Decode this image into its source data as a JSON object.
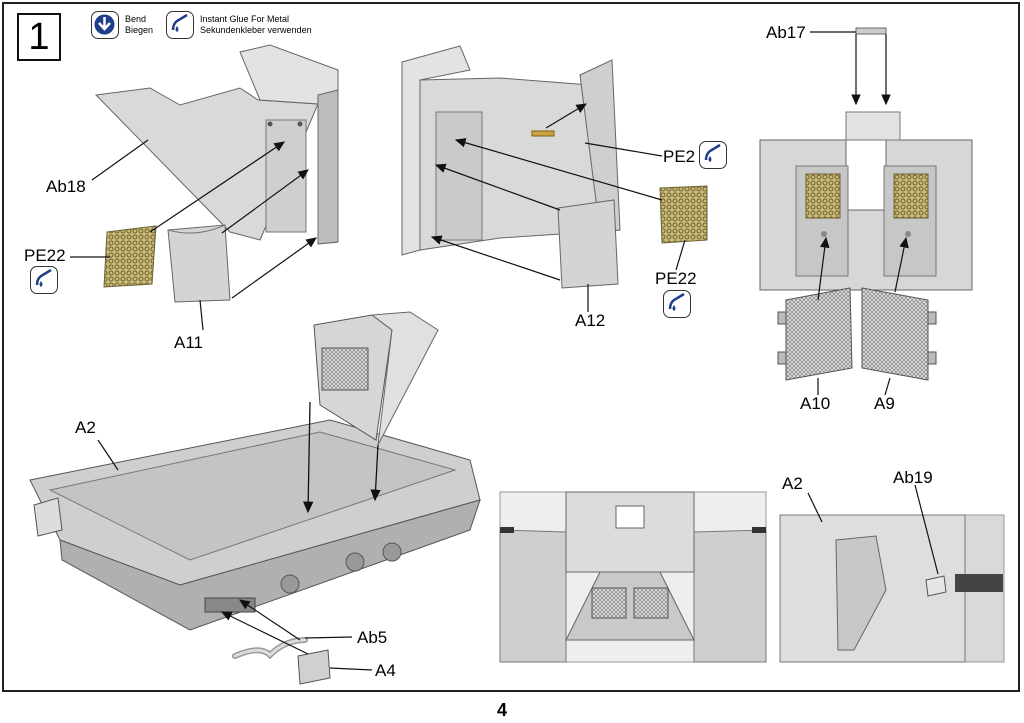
{
  "step": {
    "number": "1"
  },
  "legend": {
    "bend": {
      "icon": "bend-arrow-icon",
      "line1": "Bend",
      "line2": "Biegen"
    },
    "glue": {
      "icon": "glue-bottle-icon",
      "line1": "Instant Glue For Metal",
      "line2": "Sekundenkleber verwenden"
    }
  },
  "parts": {
    "ab17": "Ab17",
    "ab18": "Ab18",
    "pe22_left": "PE22",
    "a11": "A11",
    "a12": "A12",
    "pe2": "PE2",
    "pe22_mid": "PE22",
    "a10": "A10",
    "a9": "A9",
    "a2_main": "A2",
    "ab5": "Ab5",
    "a4": "A4",
    "a2_detail": "A2",
    "ab19": "Ab19"
  },
  "page": {
    "number": "4"
  },
  "colors": {
    "plastic": "#d6d6d6",
    "plastic_dark": "#a8a8a8",
    "mesh": "#b8a862",
    "line": "#111111"
  }
}
